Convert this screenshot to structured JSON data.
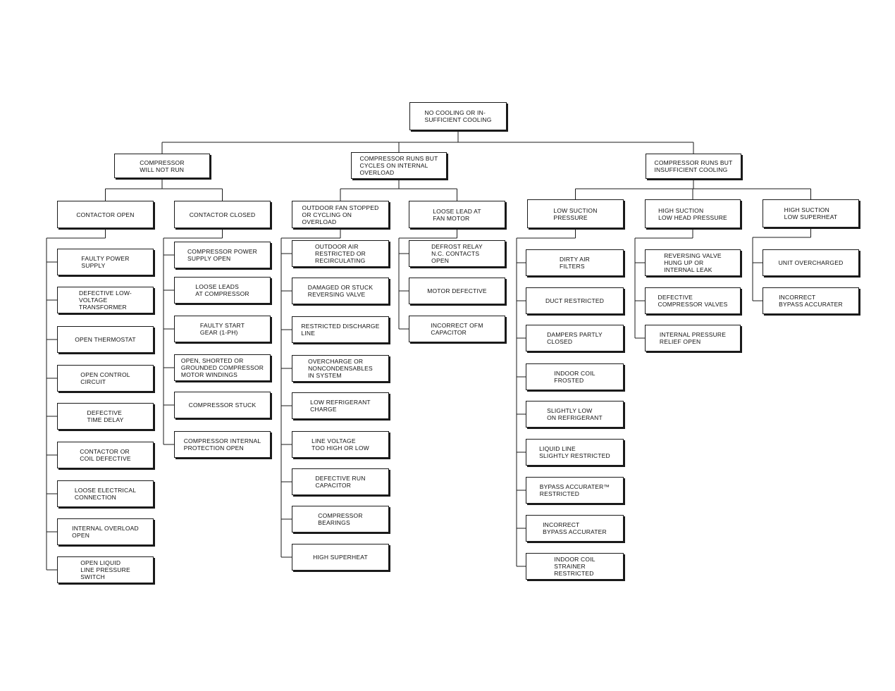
{
  "root": "NO COOLING OR IN-\nSUFFICIENT COOLING",
  "branches": [
    {
      "label": "COMPRESSOR\nWILL NOT RUN",
      "groups": [
        {
          "label": "CONTACTOR OPEN",
          "items": [
            "FAULTY POWER\nSUPPLY",
            "DEFECTIVE LOW-\nVOLTAGE\nTRANSFORMER",
            "OPEN THERMOSTAT",
            "OPEN CONTROL\nCIRCUIT",
            "DEFECTIVE\nTIME DELAY",
            "CONTACTOR OR\nCOIL DEFECTIVE",
            "LOOSE ELECTRICAL\nCONNECTION",
            "INTERNAL OVERLOAD\nOPEN",
            "OPEN LIQUID\nLINE PRESSURE\nSWITCH"
          ]
        },
        {
          "label": "CONTACTOR CLOSED",
          "items": [
            "COMPRESSOR POWER\nSUPPLY OPEN",
            "LOOSE LEADS\nAT COMPRESSOR",
            "FAULTY START\nGEAR (1-PH)",
            "OPEN, SHORTED OR\nGROUNDED COMPRESSOR\nMOTOR WINDINGS",
            "COMPRESSOR STUCK",
            "COMPRESSOR INTERNAL\nPROTECTION OPEN"
          ]
        }
      ]
    },
    {
      "label": "COMPRESSOR RUNS BUT\nCYCLES ON INTERNAL\nOVERLOAD",
      "groups": [
        {
          "label": "OUTDOOR FAN STOPPED\nOR CYCLING ON\nOVERLOAD",
          "items": [
            "OUTDOOR AIR\nRESTRICTED OR\nRECIRCULATING",
            "DAMAGED OR STUCK\nREVERSING VALVE",
            "RESTRICTED DISCHARGE\nLINE",
            "OVERCHARGE OR\nNONCONDENSABLES\nIN SYSTEM",
            "LOW REFRIGERANT\nCHARGE",
            "LINE VOLTAGE\nTOO HIGH OR LOW",
            "DEFECTIVE RUN\nCAPACITOR",
            "COMPRESSOR\nBEARINGS",
            "HIGH SUPERHEAT"
          ]
        },
        {
          "label": "LOOSE LEAD AT\nFAN MOTOR",
          "items": [
            "DEFROST RELAY\nN.C. CONTACTS\nOPEN",
            "MOTOR DEFECTIVE",
            "INCORRECT OFM\nCAPACITOR"
          ]
        }
      ]
    },
    {
      "label": "COMPRESSOR RUNS BUT\nINSUFFICIENT COOLING",
      "groups": [
        {
          "label": "LOW SUCTION\nPRESSURE",
          "items": [
            "DIRTY AIR\nFILTERS",
            "DUCT RESTRICTED",
            "DAMPERS PARTLY\nCLOSED",
            "INDOOR COIL\nFROSTED",
            "SLIGHTLY LOW\nON REFRIGERANT",
            "LIQUID LINE\nSLIGHTLY RESTRICTED",
            "BYPASS ACCURATER™\nRESTRICTED",
            "INCORRECT\nBYPASS ACCURATER",
            "INDOOR COIL\nSTRAINER\nRESTRICTED"
          ]
        },
        {
          "label": "HIGH SUCTION\nLOW HEAD PRESSURE",
          "items": [
            "REVERSING VALVE\nHUNG UP OR\nINTERNAL LEAK",
            "DEFECTIVE\nCOMPRESSOR VALVES",
            "INTERNAL PRESSURE\nRELIEF OPEN"
          ]
        },
        {
          "label": "HIGH SUCTION\nLOW SUPERHEAT",
          "items": [
            "UNIT OVERCHARGED",
            "INCORRECT\nBYPASS ACCURATER"
          ]
        }
      ]
    }
  ]
}
